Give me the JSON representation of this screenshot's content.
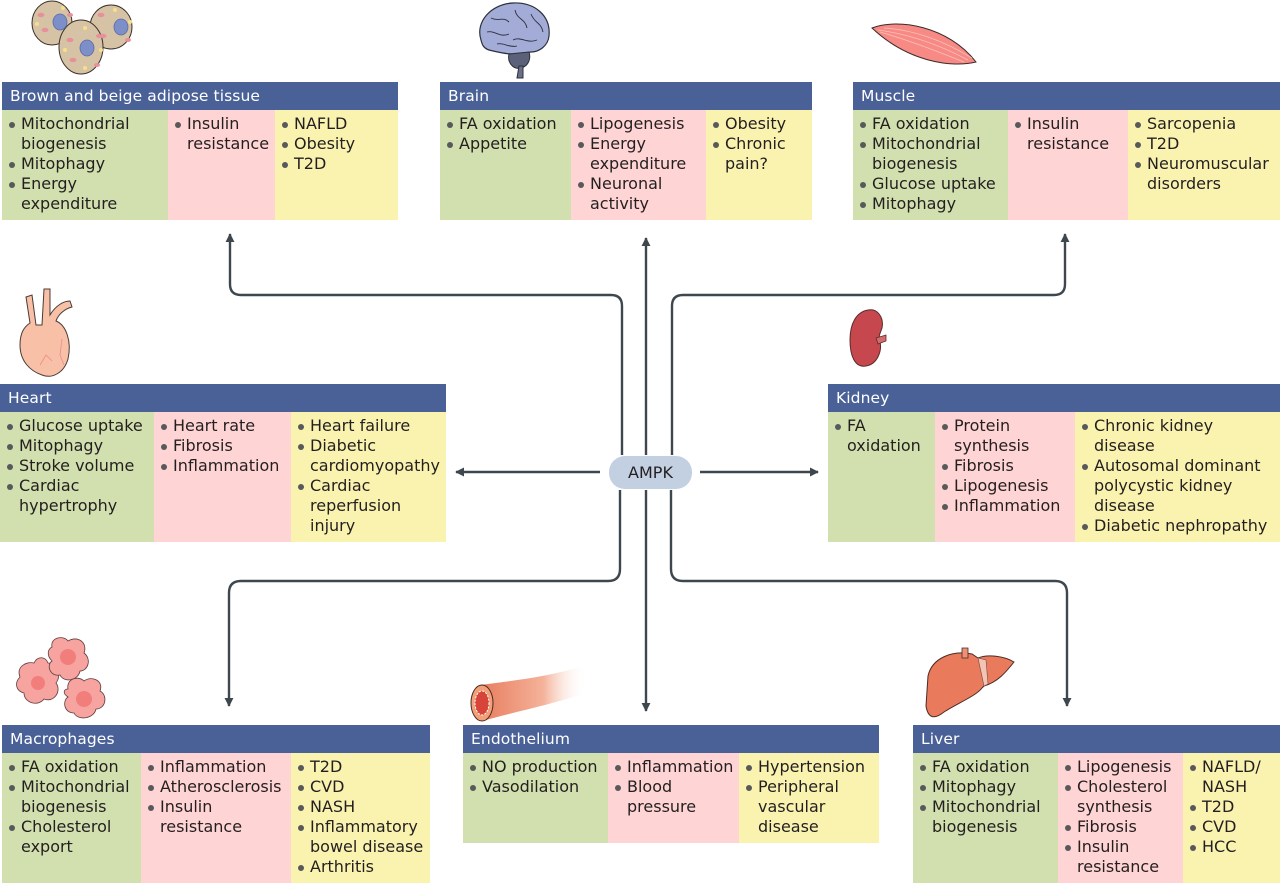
{
  "center": {
    "label": "AMPK"
  },
  "legend_semantics": {
    "green_column": "processes increased by AMPK",
    "red_column": "processes decreased by AMPK",
    "yellow_column": "associated diseases"
  },
  "colors": {
    "header": "#4a6198",
    "increased": "#d2dfae",
    "decreased": "#ffd4d4",
    "disease": "#faf3b0",
    "ampk_node": "#c3d0e2",
    "arrow": "#3d474d"
  },
  "tissues": {
    "adipose": {
      "title": "Brown and beige adipose tissue",
      "icon": "adipocytes-icon",
      "increased": [
        "Mitochondrial biogenesis",
        "Mitophagy",
        "Energy expenditure"
      ],
      "decreased": [
        "Insulin resistance"
      ],
      "diseases": [
        "NAFLD",
        "Obesity",
        "T2D"
      ]
    },
    "brain": {
      "title": "Brain",
      "icon": "brain-icon",
      "increased": [
        "FA oxidation",
        "Appetite"
      ],
      "decreased": [
        "Lipogenesis",
        "Energy expenditure",
        "Neuronal activity"
      ],
      "diseases": [
        "Obesity",
        "Chronic pain?"
      ]
    },
    "muscle": {
      "title": "Muscle",
      "icon": "muscle-icon",
      "increased": [
        "FA oxidation",
        "Mitochondrial biogenesis",
        "Glucose uptake",
        "Mitophagy"
      ],
      "decreased": [
        "Insulin resistance"
      ],
      "diseases": [
        "Sarcopenia",
        "T2D",
        "Neuromuscular disorders"
      ]
    },
    "heart": {
      "title": "Heart",
      "icon": "heart-icon",
      "increased": [
        "Glucose uptake",
        "Mitophagy",
        "Stroke volume",
        "Cardiac hypertrophy"
      ],
      "decreased": [
        "Heart rate",
        "Fibrosis",
        "Inflammation"
      ],
      "diseases": [
        "Heart failure",
        "Diabetic cardiomyopathy",
        "Cardiac reperfusion injury"
      ]
    },
    "kidney": {
      "title": "Kidney",
      "icon": "kidney-icon",
      "increased": [
        "FA oxidation"
      ],
      "decreased": [
        "Protein synthesis",
        "Fibrosis",
        "Lipogenesis",
        "Inflammation"
      ],
      "diseases": [
        "Chronic kidney disease",
        "Autosomal dominant polycystic kidney disease",
        "Diabetic nephropathy"
      ]
    },
    "macrophages": {
      "title": "Macrophages",
      "icon": "macrophages-icon",
      "increased": [
        "FA oxidation",
        "Mitochondrial biogenesis",
        "Cholesterol export"
      ],
      "decreased": [
        "Inflammation",
        "Atherosclerosis",
        "Insulin resistance"
      ],
      "diseases": [
        "T2D",
        "CVD",
        "NASH",
        "Inflammatory bowel disease",
        "Arthritis"
      ]
    },
    "endothelium": {
      "title": "Endothelium",
      "icon": "blood-vessel-icon",
      "increased": [
        "NO production",
        "Vasodilation"
      ],
      "decreased": [
        "Inflammation",
        "Blood pressure"
      ],
      "diseases": [
        "Hypertension",
        "Peripheral vascular disease"
      ]
    },
    "liver": {
      "title": "Liver",
      "icon": "liver-icon",
      "increased": [
        "FA oxidation",
        "Mitophagy",
        "Mitochondrial biogenesis"
      ],
      "decreased": [
        "Lipogenesis",
        "Cholesterol synthesis",
        "Fibrosis",
        "Insulin resistance"
      ],
      "diseases": [
        "NAFLD/ NASH",
        "T2D",
        "CVD",
        "HCC"
      ]
    }
  }
}
